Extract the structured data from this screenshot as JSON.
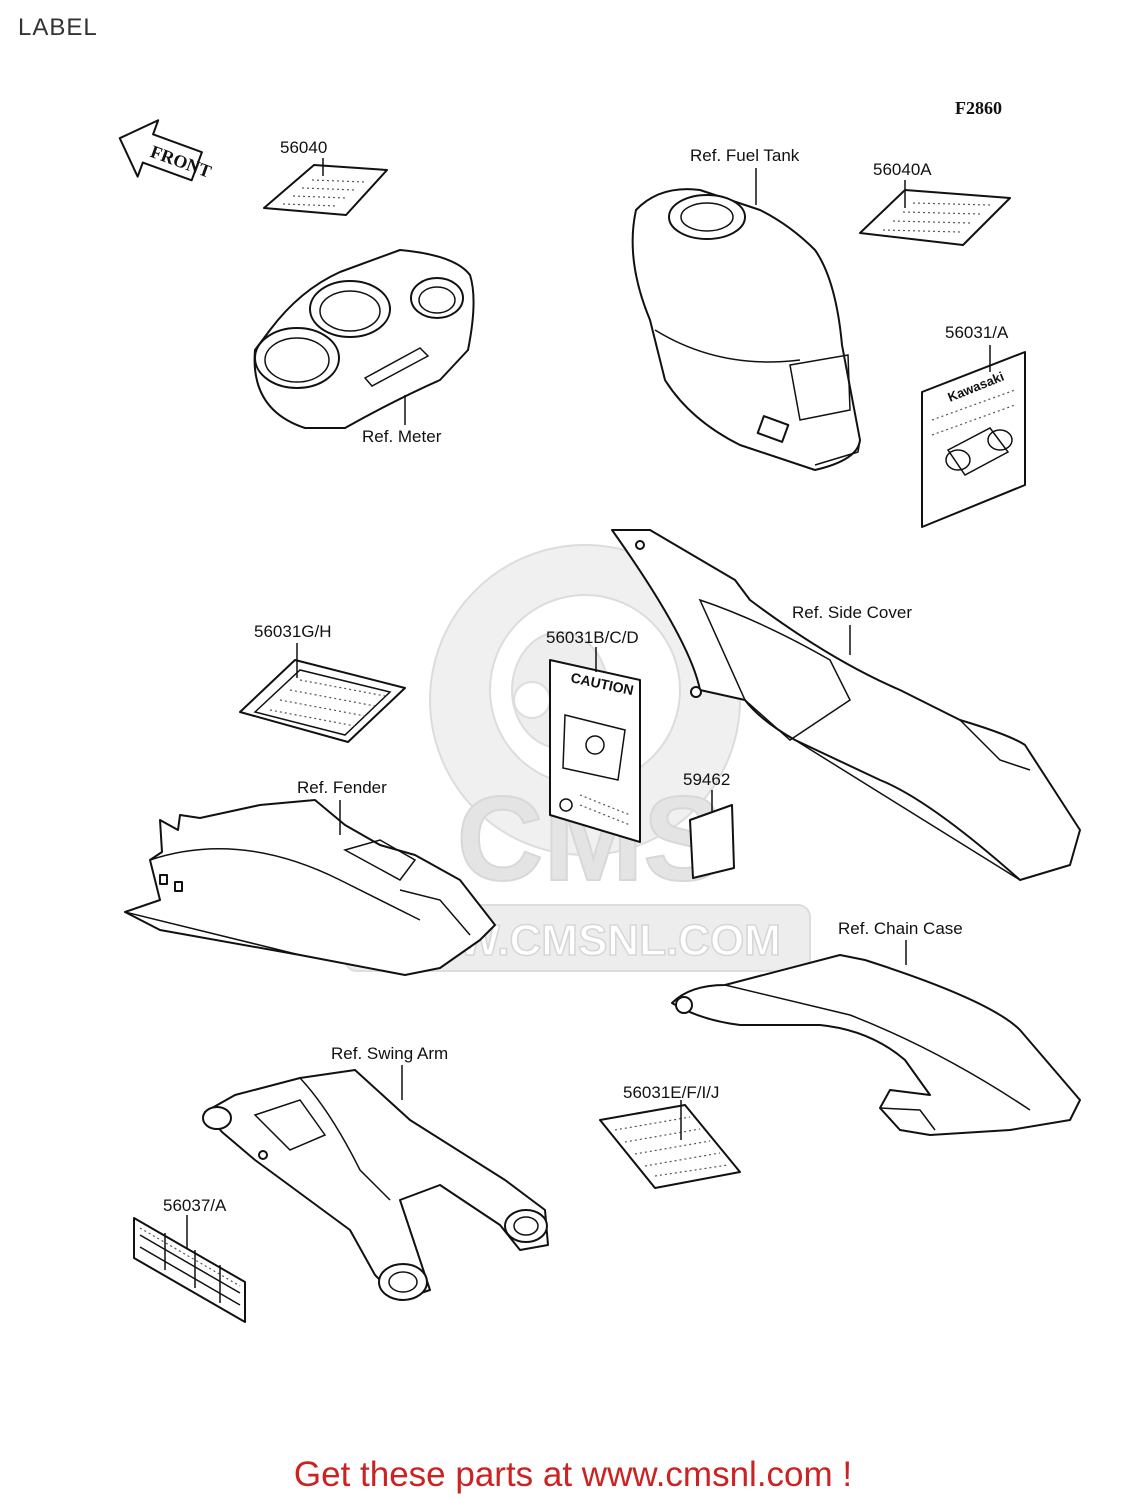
{
  "page": {
    "title": "LABEL",
    "figure_code": "F2860"
  },
  "watermark": {
    "brand": "CMS",
    "site": "WWW.CMSNL.COM"
  },
  "direction_arrow": {
    "text": "FRONT"
  },
  "labels": {
    "p56040": "56040",
    "ref_fuel_tank": "Ref. Fuel Tank",
    "p56040a": "56040A",
    "p56031a": "56031/A",
    "ref_meter": "Ref. Meter",
    "ref_side_cover": "Ref. Side Cover",
    "p56031gh": "56031G/H",
    "p56031bcd": "56031B/C/D",
    "p59462": "59462",
    "ref_fender": "Ref. Fender",
    "ref_chain_case": "Ref. Chain Case",
    "ref_swing_arm": "Ref. Swing Arm",
    "p56031efij": "56031E/F/I/J",
    "p56037a": "56037/A"
  },
  "sticker_text": {
    "kawasaki": "Kawasaki",
    "caution": "CAUTION"
  },
  "footer": {
    "promo": "Get these parts at www.cmsnl.com !"
  },
  "colors": {
    "promo": "#cc2222",
    "ink": "#111111",
    "watermark": "#e6e6e6"
  }
}
